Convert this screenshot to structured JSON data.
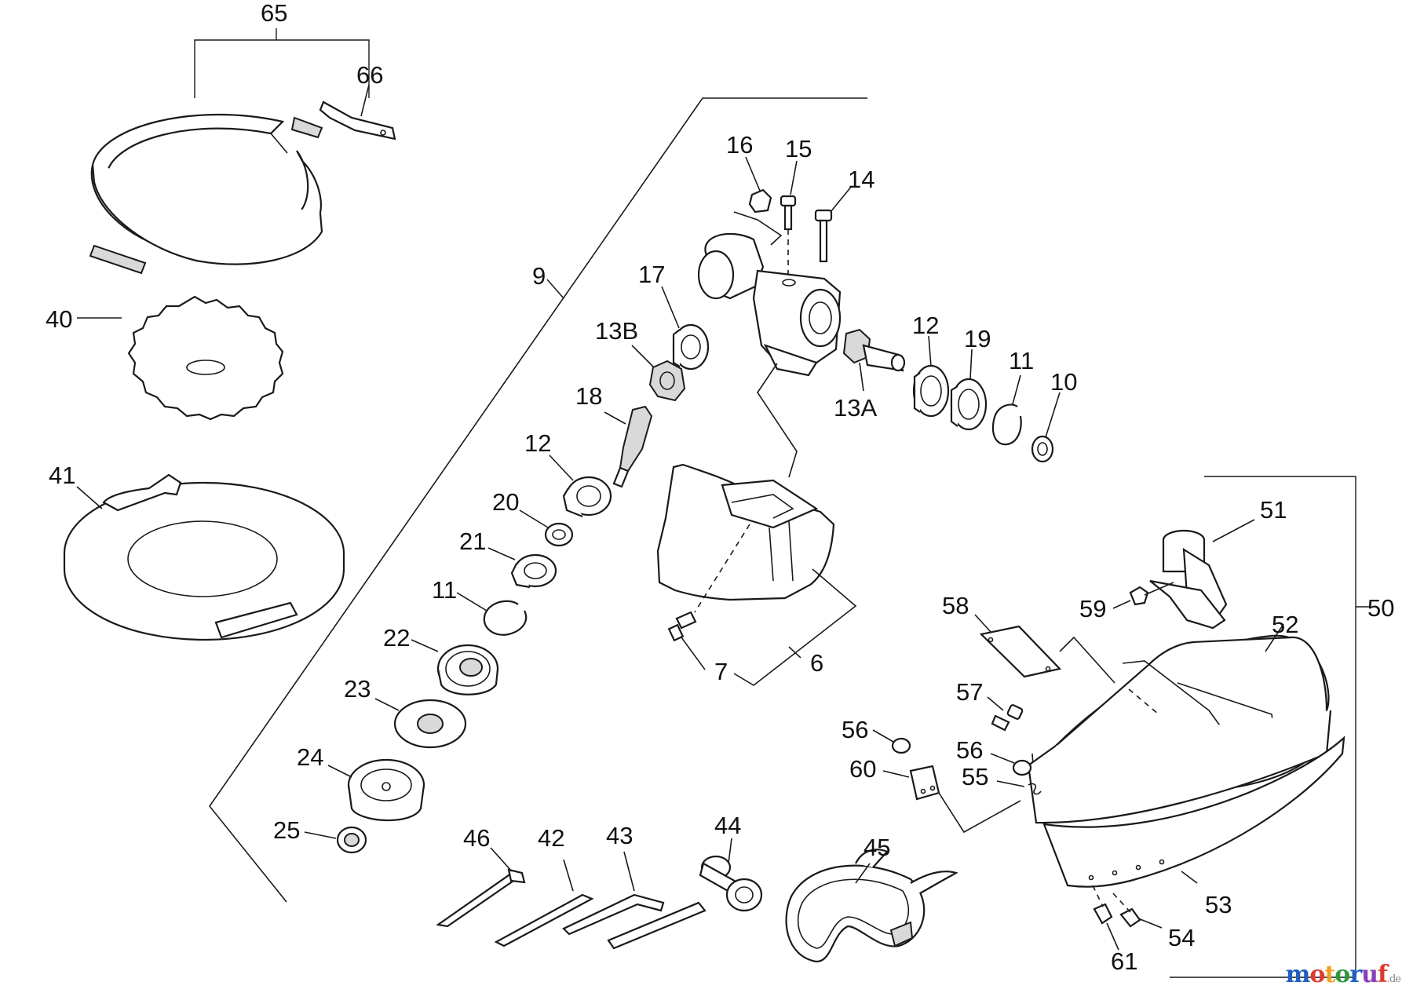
{
  "diagram": {
    "callouts": {
      "c65": "65",
      "c66": "66",
      "c40": "40",
      "c41": "41",
      "c9": "9",
      "c16": "16",
      "c15": "15",
      "c14": "14",
      "c17": "17",
      "c13B": "13B",
      "c18": "18",
      "c12a": "12",
      "c20": "20",
      "c21": "21",
      "c11a": "11",
      "c22": "22",
      "c23": "23",
      "c24": "24",
      "c25": "25",
      "c12b": "12",
      "c19": "19",
      "c11b": "11",
      "c10": "10",
      "c13A": "13A",
      "c7": "7",
      "c6": "6",
      "c51": "51",
      "c50": "50",
      "c59": "59",
      "c58": "58",
      "c52": "52",
      "c57": "57",
      "c56a": "56",
      "c60": "60",
      "c56b": "56",
      "c55": "55",
      "c53": "53",
      "c54": "54",
      "c61": "61",
      "c46": "46",
      "c42": "42",
      "c43": "43",
      "c44": "44",
      "c45": "45"
    }
  },
  "watermark": {
    "letters": [
      "m",
      "o",
      "t",
      "o",
      "r",
      "u",
      "f"
    ],
    "letter_colors": [
      "#1f5fbf",
      "#e03a2f",
      "#f0a020",
      "#2f9a3a",
      "#1f5fbf",
      "#8a3fb5",
      "#e03a2f"
    ],
    "suffix": ".de"
  }
}
